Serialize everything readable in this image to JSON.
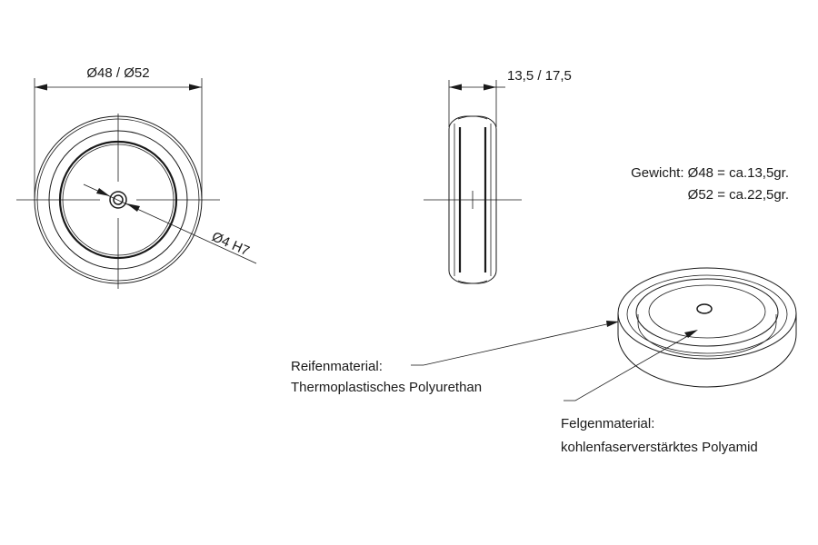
{
  "front_view": {
    "diameter_label": "Ø48 / Ø52",
    "bore_label": "Ø4  H7"
  },
  "side_view": {
    "width_label": "13,5 / 17,5"
  },
  "weight": {
    "line1": "Gewicht: Ø48 = ca.13,5gr.",
    "line2": "Ø52 = ca.22,5gr."
  },
  "tire_material": {
    "title": "Reifenmaterial:",
    "value": "Thermoplastisches Polyurethan"
  },
  "rim_material": {
    "title": "Felgenmaterial:",
    "value": "kohlenfaserverstärktes Polyamid"
  }
}
